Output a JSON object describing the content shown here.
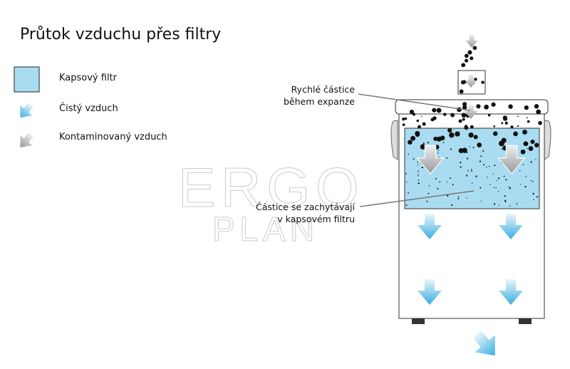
{
  "title": "Průtok vzduchu přes filtry",
  "legend": [
    {
      "label": "Kapsový filtr",
      "icon": "filter-swatch-icon",
      "color": "#a9dcf0"
    },
    {
      "label": "Čistý vzduch",
      "icon": "clean-air-arrow-icon",
      "color": "#3aaee0"
    },
    {
      "label": "Kontaminovaný vzduch",
      "icon": "contaminated-air-arrow-icon",
      "color": "#a0a0a0"
    }
  ],
  "annotations": {
    "fast_particles": [
      "Rychlé částice",
      "během expanze"
    ],
    "captured": [
      "Částice se zachytávají",
      "v kapsovém filtru"
    ]
  },
  "watermark": [
    "ERGO",
    "PLAN"
  ]
}
